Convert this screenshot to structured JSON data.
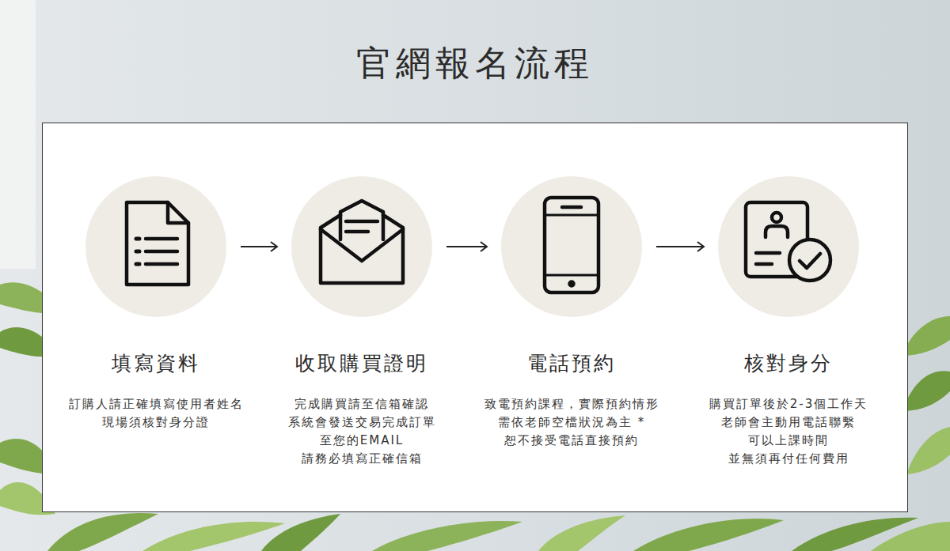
{
  "diagram": {
    "title": "官網報名流程",
    "nodes": [
      {
        "text": [
          "填寫資料",
          "訂購人請正確填寫使用者姓名 現場須核對身分證"
        ]
      },
      {
        "text": [
          "收取購買證明",
          "完成購買請至信箱確認 系統會發送交易完成訂單 至您的EMAIL 請務必填寫正確信箱"
        ]
      },
      {
        "text": [
          "電話預約",
          "致電預約課程，實際預約情形 需依老師空檔狀況為主 *恕不接受電話直接預約"
        ]
      },
      {
        "text": [
          "核對身分",
          "購買訂單後於2-3個工作天 老師會主動用電話聯繫 可以上課時間 並無須再付任何費用"
        ]
      }
    ],
    "edges": [
      {
        "from": 0,
        "to": 1,
        "arrow": "to"
      },
      {
        "from": 1,
        "to": 2,
        "arrow": "to"
      },
      {
        "from": 2,
        "to": 3,
        "arrow": "to"
      }
    ]
  }
}
